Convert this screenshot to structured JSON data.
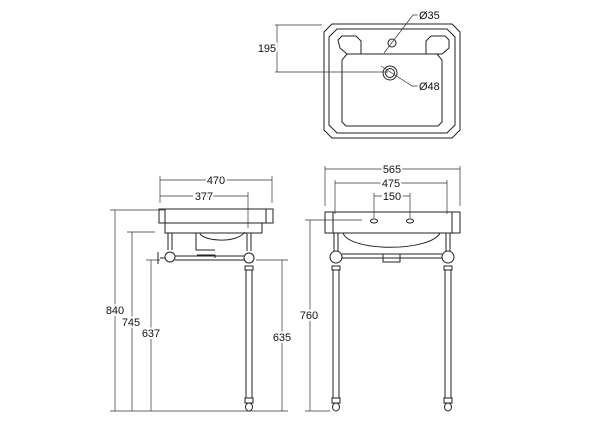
{
  "diagram": {
    "top_view": {
      "tap_hole": "Ø35",
      "waste_hole": "Ø48",
      "depth_to_waste": "195"
    },
    "side_view": {
      "overall_depth": "470",
      "leg_depth": "377",
      "height_rim": "840",
      "height_underside": "745",
      "height_rail": "637",
      "height_rail_rear": "635"
    },
    "front_view": {
      "overall_width": "565",
      "leg_width": "475",
      "tap_centres": "150",
      "height_rim": "760"
    }
  }
}
